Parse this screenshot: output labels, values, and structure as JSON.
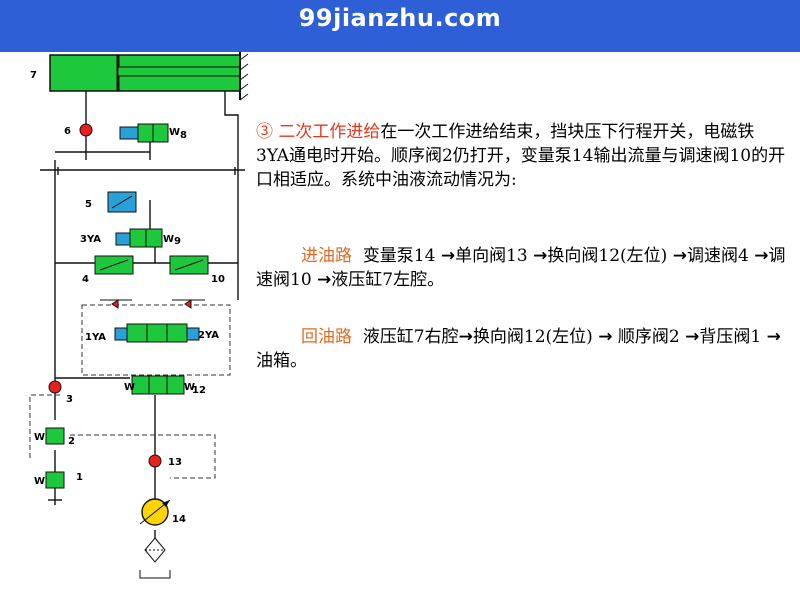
{
  "header": {
    "title": "99jianzhu.com"
  },
  "colors": {
    "header_bg": "#2f5fd6",
    "accent": "#e6381a",
    "heading": "#e06a1e",
    "valve_green": "#1ec83c",
    "valve_blue": "#2aa0d8",
    "pump_yellow": "#ffd500",
    "check_red": "#e82020"
  },
  "diagram": {
    "labels": {
      "cyl": "7",
      "v6": "6",
      "v8": "8",
      "v5": "5",
      "ya3": "3YA",
      "v9": "9",
      "v4": "4",
      "v10": "10",
      "ya1": "1YA",
      "ya2": "2YA",
      "v12": "12",
      "v3": "3",
      "v2": "2",
      "v1": "1",
      "v13": "13",
      "v14": "14",
      "w8": "W",
      "w9": "W",
      "w12a": "W",
      "w12b": "W",
      "w2": "W",
      "w1": "W"
    }
  },
  "text": {
    "p1_heading": "③ 二次工作进给",
    "p1_body": "在一次工作进给结束，挡块压下行程开关，电磁铁3YA通电时开始。顺序阀2仍打开，变量泵14输出流量与调速阀10的开口相适应。系统中油液流动情况为:",
    "in_label": "进油路",
    "in_steps": [
      "变量泵14",
      "单向阀13",
      "换向阀12(左位)",
      "调速阀4",
      "调速阀10",
      "液压缸7左腔。"
    ],
    "ret_label": "回油路",
    "ret_steps": [
      "液压缸7右腔",
      "换向阀12(左位)",
      "顺序阀2",
      "背压阀1",
      "油箱。"
    ],
    "arrow": "→"
  }
}
